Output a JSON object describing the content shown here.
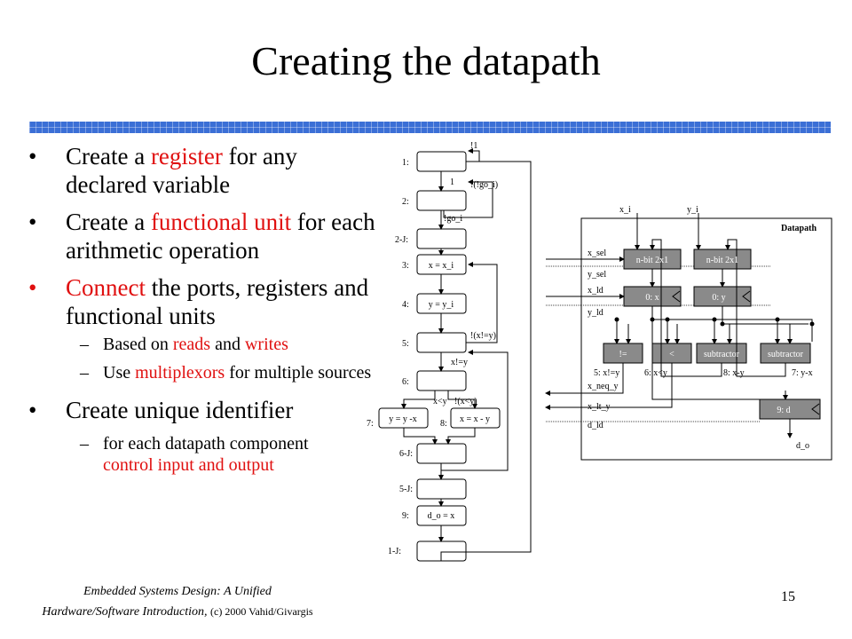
{
  "slide": {
    "title": "Creating the datapath",
    "page_number": "15",
    "footer_line1": "Embedded Systems Design: A Unified",
    "footer_line2": "Hardware/Software Introduction,",
    "footer_copyright": "(c) 2000 Vahid/Givargis"
  },
  "bullets": [
    {
      "pre": "Create a ",
      "hl": "register",
      "post": " for any declared variable"
    },
    {
      "pre": "Create a ",
      "hl": "functional unit",
      "post": " for each arithmetic operation"
    },
    {
      "pre": "",
      "hl": "Connect",
      "post": " the ports, registers and functional units"
    }
  ],
  "sub_bullets": [
    {
      "pre": "Based on ",
      "hl1": "reads",
      "mid": " and ",
      "hl2": "writes"
    },
    {
      "pre": "Use ",
      "hl1": "multiplexors",
      "mid": " for multiple sources",
      "hl2": ""
    }
  ],
  "bullet4": "Create unique identifier",
  "sub_bullet3": {
    "line1": "for each datapath component",
    "line2": "control input and output"
  },
  "state_diagram": {
    "state_labels": [
      "1:",
      "2:",
      "2-J:",
      "3:",
      "4:",
      "5:",
      "6:",
      "7:",
      "8:",
      "6-J:",
      "5-J:",
      "9:",
      "1-J:"
    ],
    "actions": {
      "s3": "x = x_i",
      "s4": "y = y_i",
      "s7": "y = y -x",
      "s8": "x = x - y",
      "s9": "d_o = x"
    },
    "edge_labels": {
      "not1": "!1",
      "one": "1",
      "not_not_go": "!(!go_i)",
      "not_go": "!go_i",
      "not_xney": "!(x!=y)",
      "xney": "x!=y",
      "xlty": "x<y",
      "not_xlty": "!(x<y)"
    }
  },
  "datapath": {
    "title": "Datapath",
    "inputs": {
      "x_i": "x_i",
      "y_i": "y_i"
    },
    "control_labels": [
      "x_sel",
      "y_sel",
      "x_ld",
      "y_ld",
      "x_neq_y",
      "x_lt_y",
      "d_ld"
    ],
    "muxes": [
      "n-bit 2x1",
      "n-bit 2x1"
    ],
    "registers": [
      "0: x",
      "0: y"
    ],
    "units": [
      "!=",
      "<",
      "subtractor",
      "subtractor"
    ],
    "unit_ids": [
      "5: x!=y",
      "6: x<y",
      "8: x-y",
      "7: y-x"
    ],
    "out_reg": "9: d",
    "output": "d_o"
  }
}
